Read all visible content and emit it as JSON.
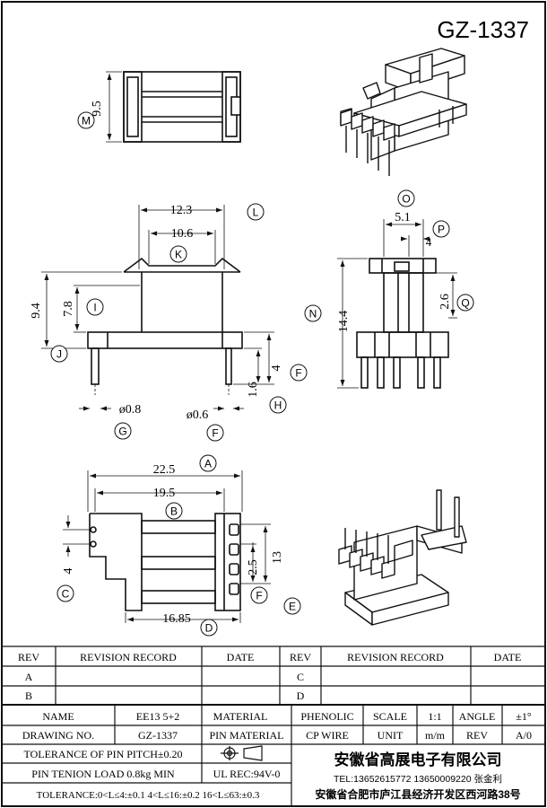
{
  "header": {
    "part_number": "GZ-1337"
  },
  "views": {
    "top_view": {
      "dim_height": "9.5",
      "label": "M"
    },
    "front_view": {
      "dim_width_outer": "12.3",
      "label_width_outer": "L",
      "dim_width_inner": "10.6",
      "label_width_inner": "K",
      "dim_height_total": "9.4",
      "label_height_total": "J",
      "dim_height_inner": "7.8",
      "label_height_inner": "I",
      "dim_pin_length": "4",
      "label_pin_length": "F",
      "dim_base_height": "1.6",
      "label_base_height": "H",
      "dim_pin_dia_left": "ø0.8",
      "label_pin_dia_left": "G",
      "dim_pin_dia_right": "ø0.6",
      "label_pin_dia_right": "F"
    },
    "side_view": {
      "dim_width": "5.1",
      "label_width": "O",
      "dim_slot": "4",
      "label_slot": "P",
      "dim_height": "14.4",
      "label_height": "N",
      "dim_step": "2.6",
      "label_step": "Q"
    },
    "bottom_view": {
      "dim_length_total": "22.5",
      "label_length_total": "A",
      "dim_length_inner": "19.5",
      "label_length_inner": "B",
      "dim_pitch_left": "4",
      "label_pitch_left": "C",
      "dim_pitch_right": "2.5",
      "label_pitch_right": "F",
      "dim_span_right": "13",
      "label_span_right": "E",
      "dim_base": "16.85",
      "label_base": "D"
    }
  },
  "revision_table": {
    "headers": [
      "REV",
      "REVISION RECORD",
      "DATE",
      "REV",
      "REVISION RECORD",
      "DATE"
    ],
    "rows": [
      [
        "A",
        "",
        "",
        "C",
        "",
        ""
      ],
      [
        "B",
        "",
        "",
        "D",
        "",
        ""
      ]
    ]
  },
  "title_block": {
    "name_label": "NAME",
    "name_value": "EE13 5+2",
    "material_label": "MATERIAL",
    "material_value": "PHENOLIC",
    "scale_label": "SCALE",
    "scale_value": "1:1",
    "angle_label": "ANGLE",
    "angle_value": "±1°",
    "drawing_no_label": "DRAWING NO.",
    "drawing_no_value": "GZ-1337",
    "pin_material_label": "PIN MATERIAL",
    "pin_material_value": "CP WIRE",
    "unit_label": "UNIT",
    "unit_value": "m/m",
    "rev_label": "REV",
    "rev_value": "A/0",
    "pin_pitch_tolerance": "TOLERANCE OF PIN PITCH±0.20",
    "pin_tension": "PIN TENION LOAD 0.8kg MIN",
    "ul_rec": "UL REC:94V-0",
    "tolerance_line": "TOLERANCE:0<L≤4:±0.1  4<L≤16:±0.2  16<L≤63:±0.3",
    "company_name": "安徽省高展电子有限公司",
    "company_tel": "TEL:13652615772  13650009220  张金利",
    "company_address": "安徽省合肥市庐江县经济开发区西河路38号"
  }
}
